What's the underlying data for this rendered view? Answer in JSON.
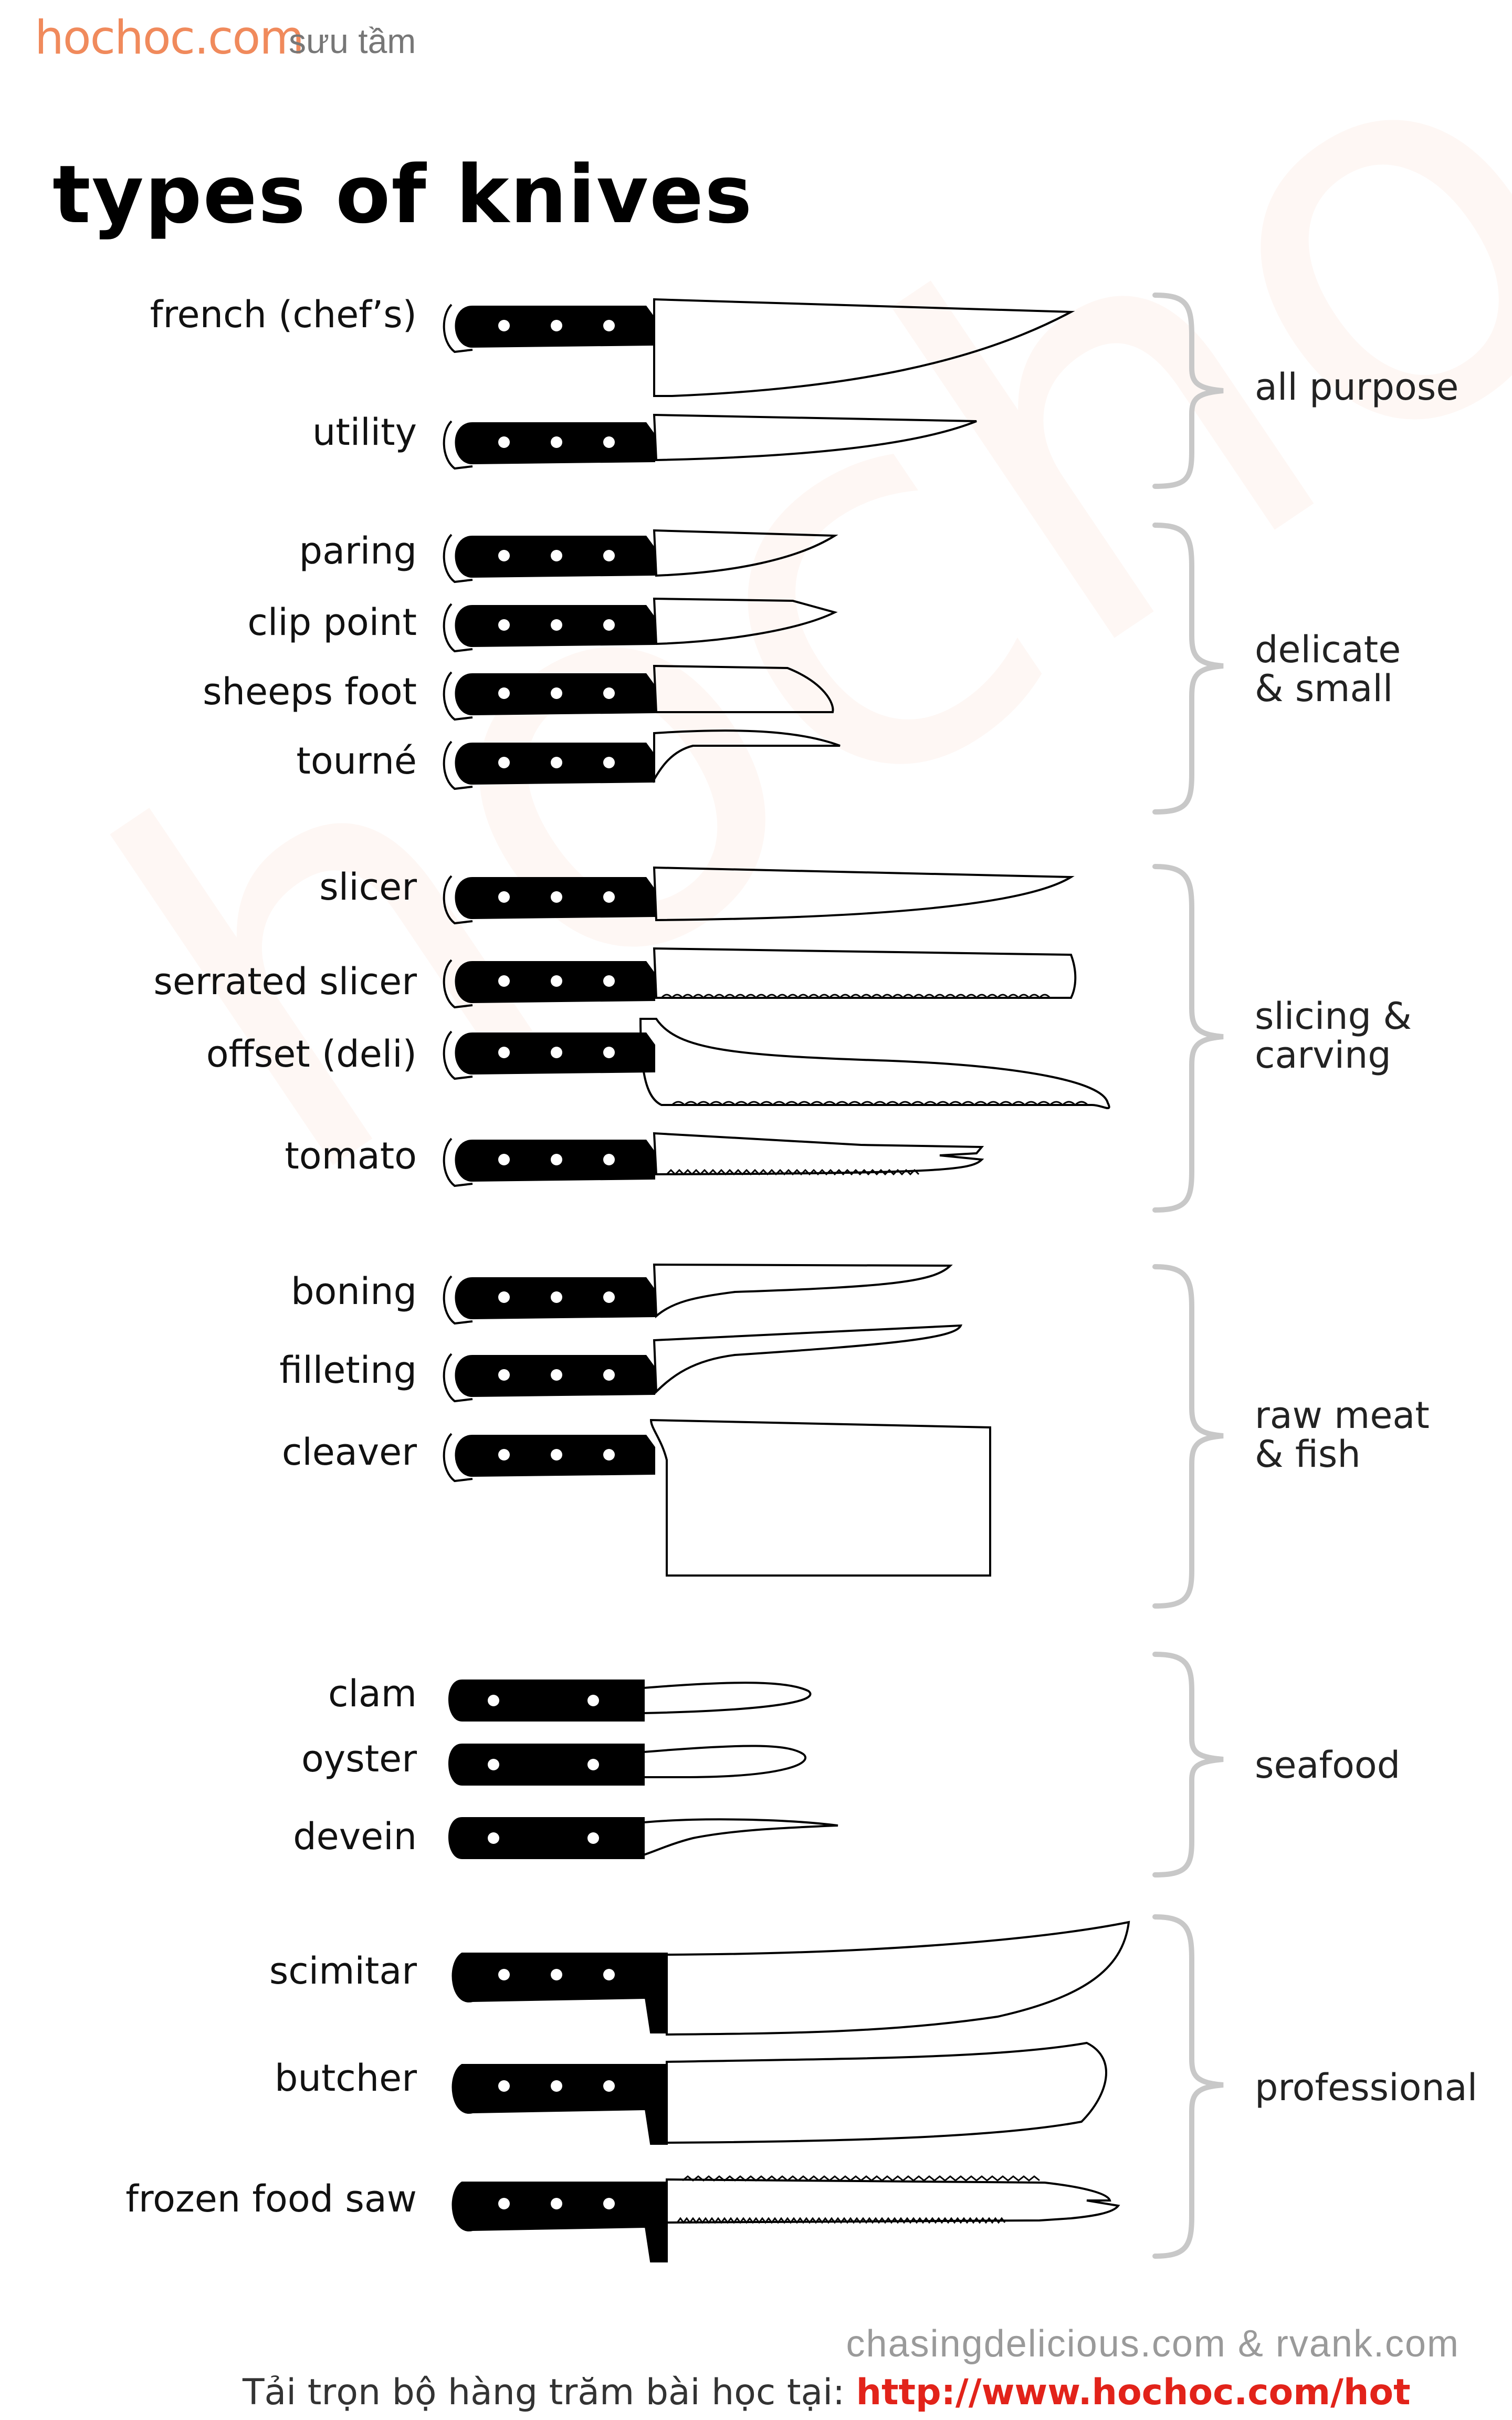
{
  "brand": {
    "logo_text": "hochoc.com",
    "subtitle": "sưu tầm",
    "accent": "#f08a5c"
  },
  "title": "types of knives",
  "categories": [
    {
      "label": "all purpose",
      "knives": [
        "french (chef’s)",
        "utility"
      ]
    },
    {
      "label": "delicate\n& small",
      "knives": [
        "paring",
        "clip point",
        "sheeps foot",
        "tourné"
      ]
    },
    {
      "label": "slicing &\ncarving",
      "knives": [
        "slicer",
        "serrated slicer",
        "offset (deli)",
        "tomato"
      ]
    },
    {
      "label": "raw meat\n& fish",
      "knives": [
        "boning",
        "filleting",
        "cleaver"
      ]
    },
    {
      "label": "seafood",
      "knives": [
        "clam",
        "oyster",
        "devein"
      ]
    },
    {
      "label": "professional",
      "knives": [
        "scimitar",
        "butcher",
        "frozen food saw"
      ]
    }
  ],
  "credit": "chasingdelicious.com & rvank.com",
  "footer": {
    "text": "Tải trọn bộ hàng trăm bài học tại: ",
    "link": "http://www.hochoc.com/hot",
    "link_color": "#e2231a"
  },
  "icons": [
    "knife-icon",
    "brace-icon"
  ]
}
